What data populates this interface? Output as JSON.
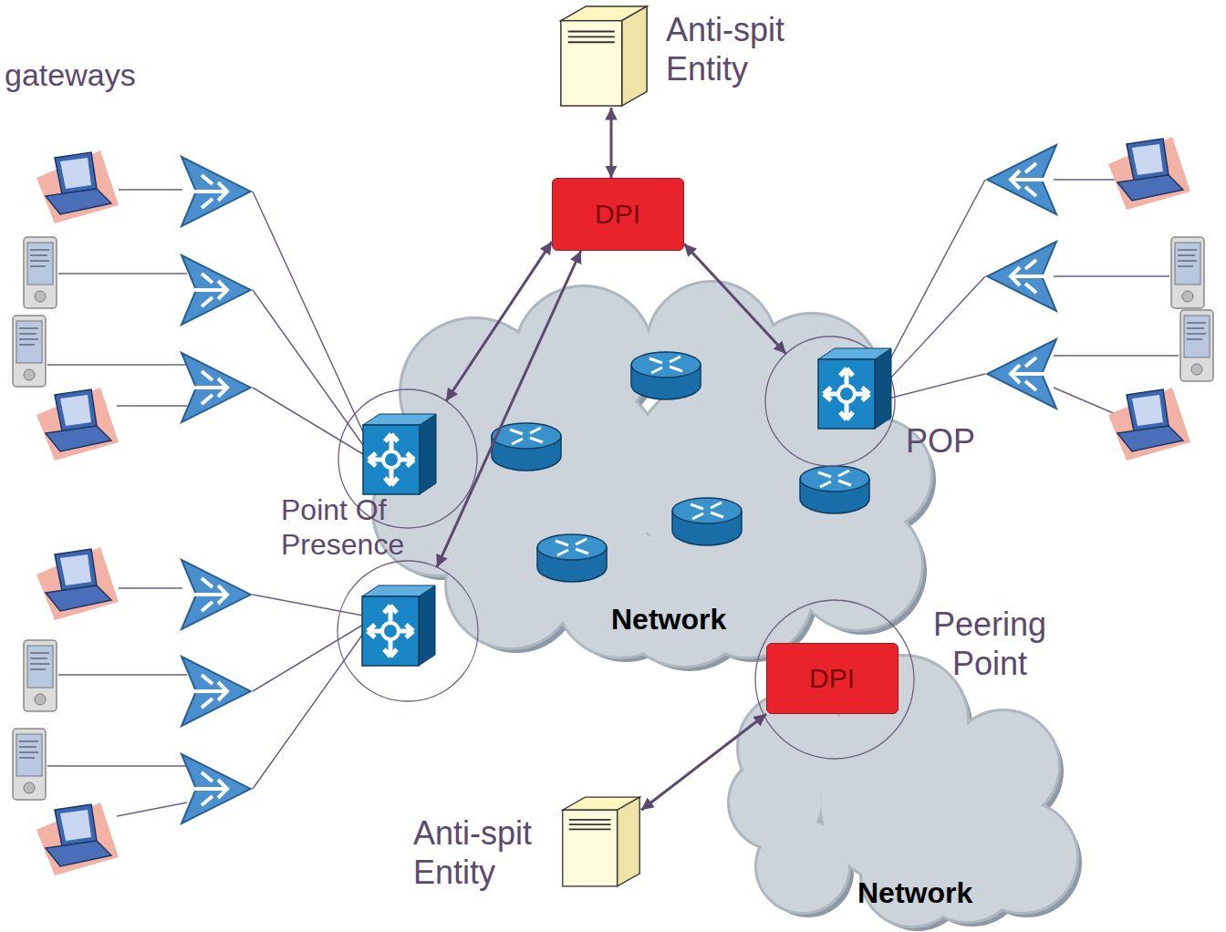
{
  "diagram": {
    "nodes": [
      {
        "text": [
          "Anti-spit Entity"
        ]
      },
      {
        "text": [
          "DPI"
        ]
      },
      {
        "text": [
          "Point Of Presence"
        ]
      },
      {
        "text": [
          "POP"
        ]
      },
      {
        "text": [
          "Network"
        ]
      },
      {
        "text": []
      },
      {
        "text": [
          "Peering Point"
        ]
      },
      {
        "text": [
          "DPI"
        ],
        "in": 6
      },
      {
        "text": [
          "Anti-spit Entity"
        ]
      },
      {
        "text": [
          "Network"
        ]
      }
    ],
    "edges": [
      {
        "from": 0,
        "to": 1,
        "arrow": "both"
      },
      {
        "from": 1,
        "to": 2,
        "arrow": "both"
      },
      {
        "from": 1,
        "to": 5,
        "arrow": "both"
      },
      {
        "from": 1,
        "to": 3,
        "arrow": "both"
      },
      {
        "from": 7,
        "to": 8,
        "arrow": "both"
      }
    ],
    "labels": [
      "gateways"
    ]
  }
}
